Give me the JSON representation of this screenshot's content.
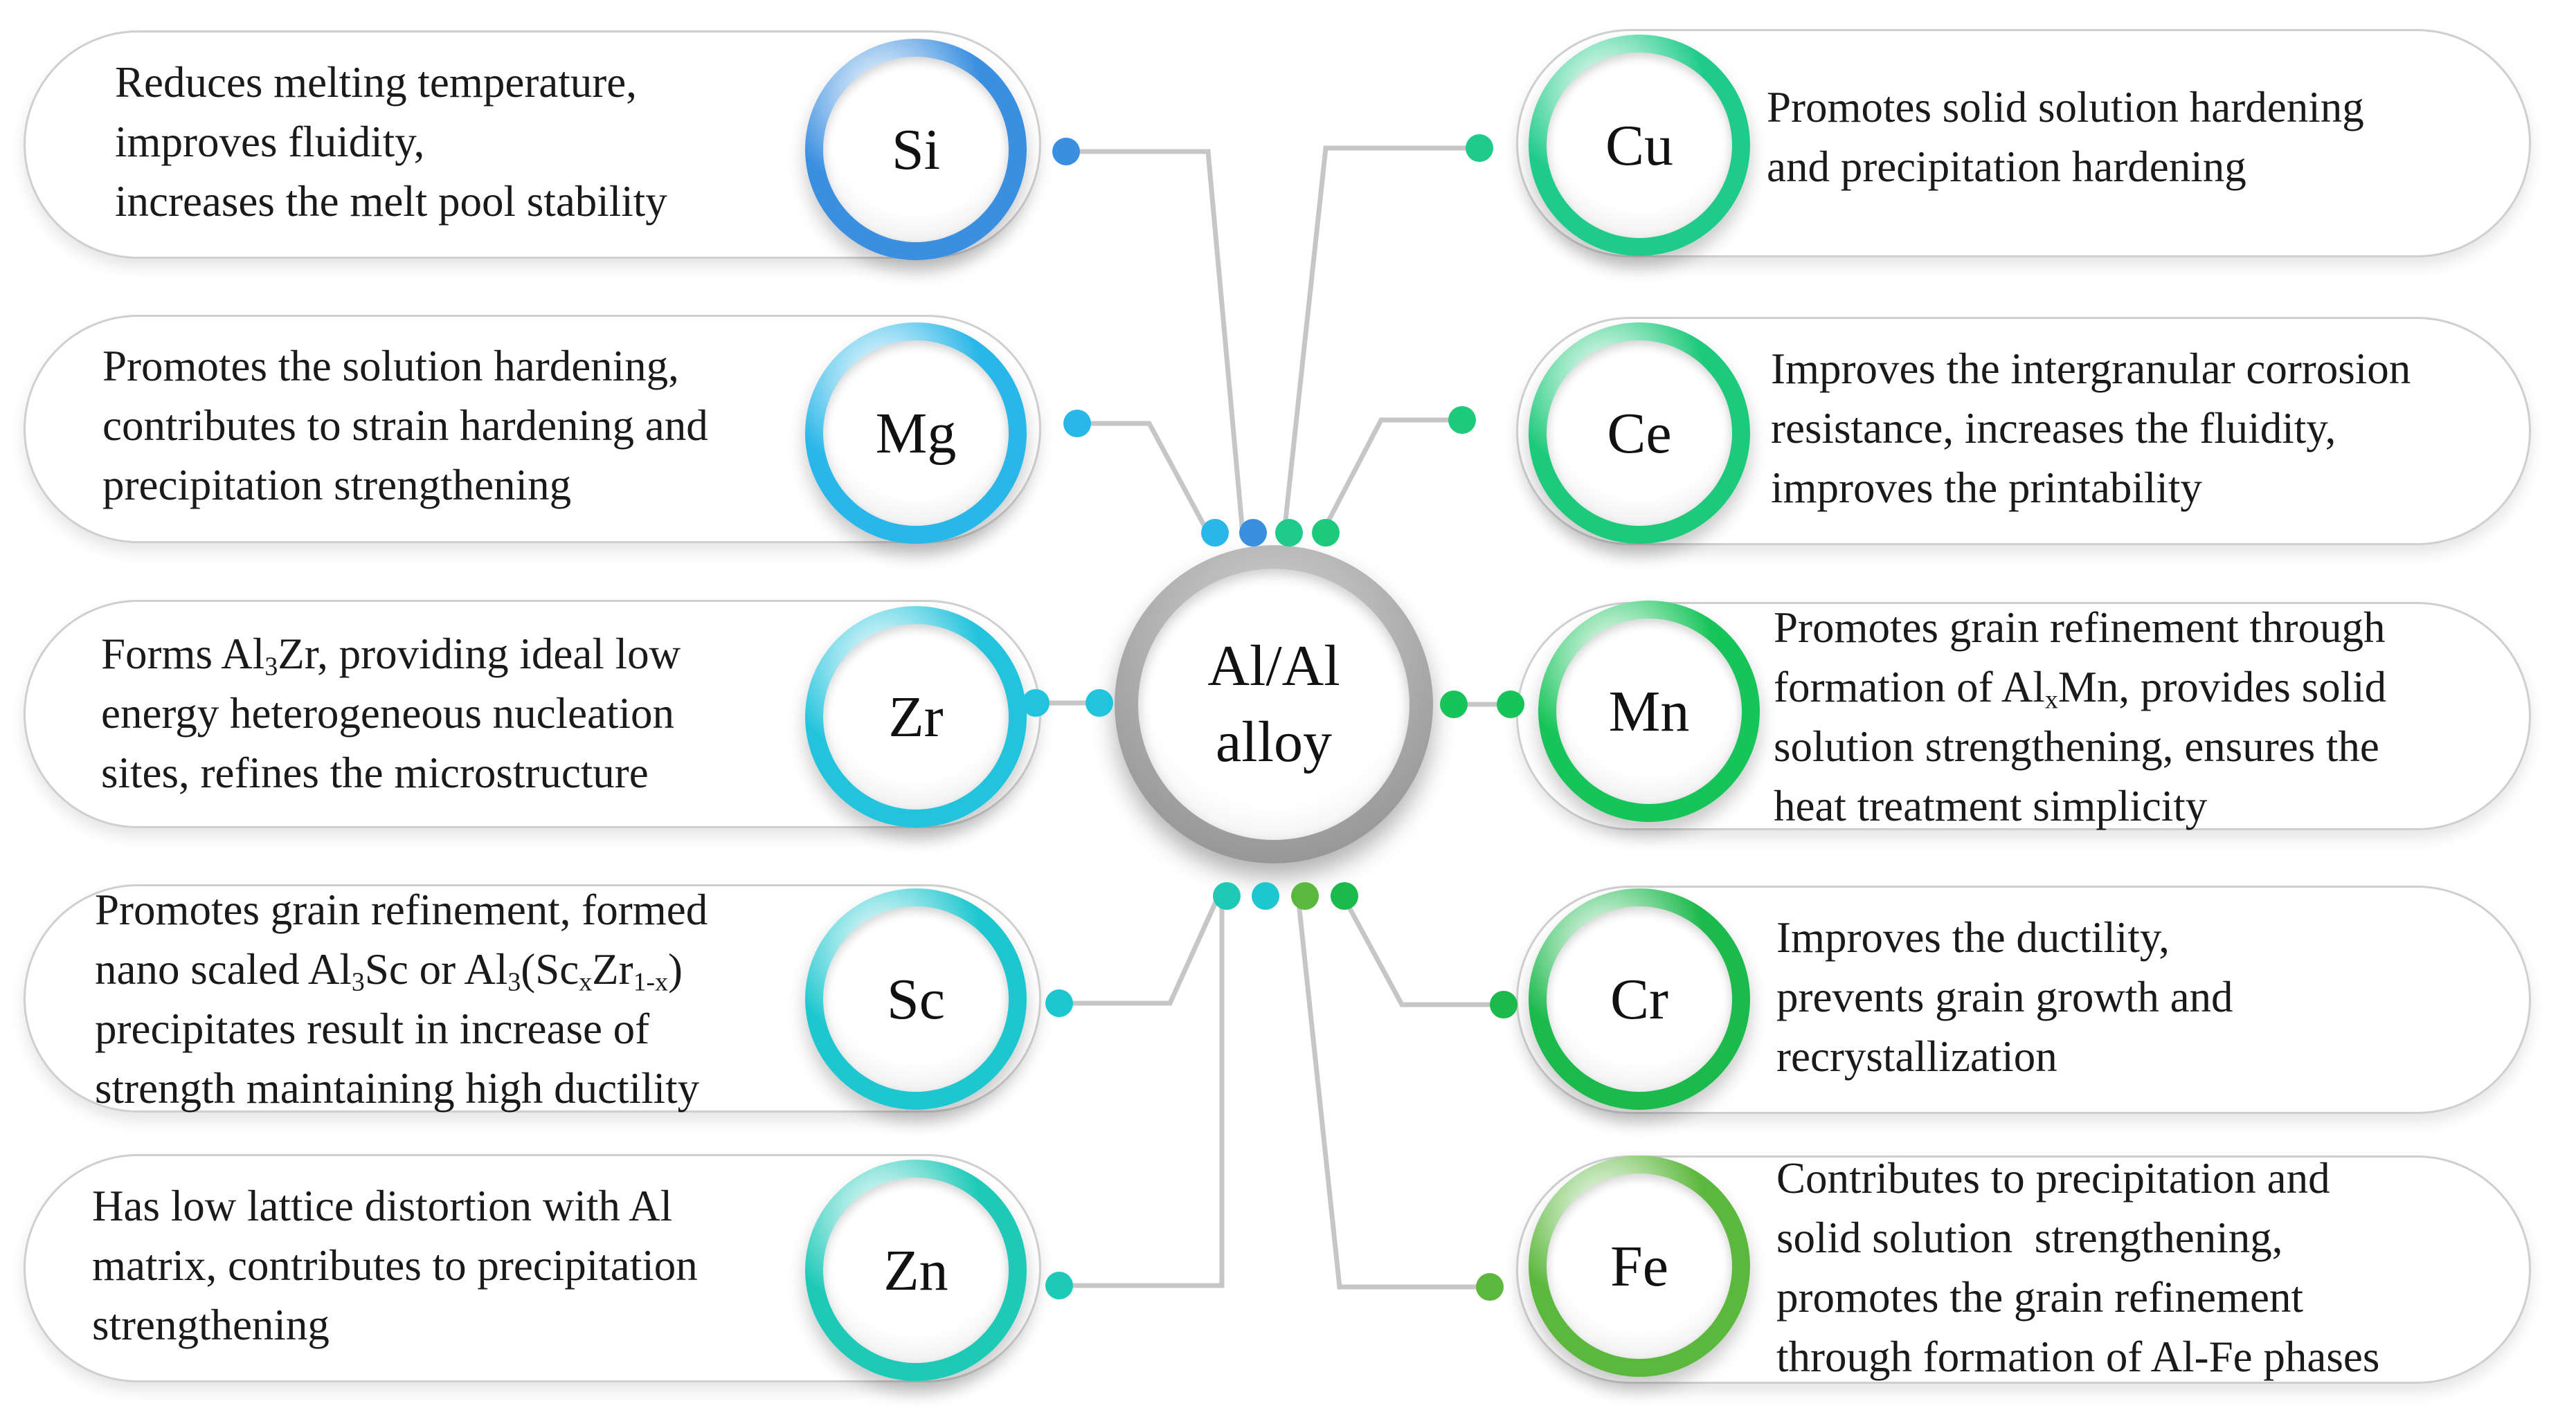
{
  "center": {
    "line1": "Al/Al",
    "line2": "alloy"
  },
  "elements": [
    {
      "id": "si",
      "side": "left",
      "symbol": "Si",
      "ring": "#3a8fe0",
      "lines": [
        {
          "t": "Reduces melting temperature,"
        },
        {
          "t": "improves fluidity,"
        },
        {
          "t": "increases the melt pool stability"
        }
      ]
    },
    {
      "id": "mg",
      "side": "left",
      "symbol": "Mg",
      "ring": "#29b6e8",
      "lines": [
        {
          "t": "Promotes the solution hardening,"
        },
        {
          "t": "contributes to strain hardening and"
        },
        {
          "t": "precipitation strengthening"
        }
      ]
    },
    {
      "id": "zr",
      "side": "left",
      "symbol": "Zr",
      "ring": "#22c3dc",
      "lines": [
        {
          "t": "Forms Al",
          "sub": "3",
          "t2": "Zr, providing ideal low"
        },
        {
          "t": "energy heterogeneous nucleation"
        },
        {
          "t": "sites, refines the microstructure"
        }
      ]
    },
    {
      "id": "sc",
      "side": "left",
      "symbol": "Sc",
      "ring": "#1ec7cf",
      "lines": [
        {
          "t": "Promotes grain refinement, formed"
        },
        {
          "t": "nano scaled Al",
          "sub": "3",
          "t2": "Sc or Al",
          "sub2": "3",
          "t3": "(Sc",
          "sub3": "x",
          "t4": "Zr",
          "sub4": "1-x",
          "t5": ")"
        },
        {
          "t": "precipitates result in increase of"
        },
        {
          "t": "strength maintaining high ductility"
        }
      ]
    },
    {
      "id": "zn",
      "side": "left",
      "symbol": "Zn",
      "ring": "#1ec9b8",
      "lines": [
        {
          "t": "Has low lattice distortion with Al"
        },
        {
          "t": "matrix, contributes to precipitation"
        },
        {
          "t": "strengthening"
        }
      ]
    },
    {
      "id": "cu",
      "side": "right",
      "symbol": "Cu",
      "ring": "#1fcb8a",
      "lines": [
        {
          "t": "Promotes solid solution hardening"
        },
        {
          "t": "and precipitation hardening"
        }
      ]
    },
    {
      "id": "ce",
      "side": "right",
      "symbol": "Ce",
      "ring": "#1dc97a",
      "lines": [
        {
          "t": "Improves the intergranular corrosion"
        },
        {
          "t": "resistance, increases the fluidity,"
        },
        {
          "t": "improves the printability"
        }
      ]
    },
    {
      "id": "mn",
      "side": "right",
      "symbol": "Mn",
      "ring": "#17c45a",
      "lines": [
        {
          "t": "Promotes grain refinement through"
        },
        {
          "t": "formation of Al",
          "sub": "x",
          "t2": "Mn, provides solid"
        },
        {
          "t": "solution strengthening, ensures the"
        },
        {
          "t": "heat treatment simplicity"
        }
      ]
    },
    {
      "id": "cr",
      "side": "right",
      "symbol": "Cr",
      "ring": "#1cb94c",
      "lines": [
        {
          "t": "Improves the ductility,"
        },
        {
          "t": "prevents grain growth and"
        },
        {
          "t": "recrystallization"
        }
      ]
    },
    {
      "id": "fe",
      "side": "right",
      "symbol": "Fe",
      "ring": "#5cb83c",
      "lines": [
        {
          "t": "Contributes to precipitation and"
        },
        {
          "t": "solid solution  strengthening,"
        },
        {
          "t": "promotes the grain refinement"
        },
        {
          "t": "through formation of Al-Fe phases"
        }
      ]
    }
  ]
}
